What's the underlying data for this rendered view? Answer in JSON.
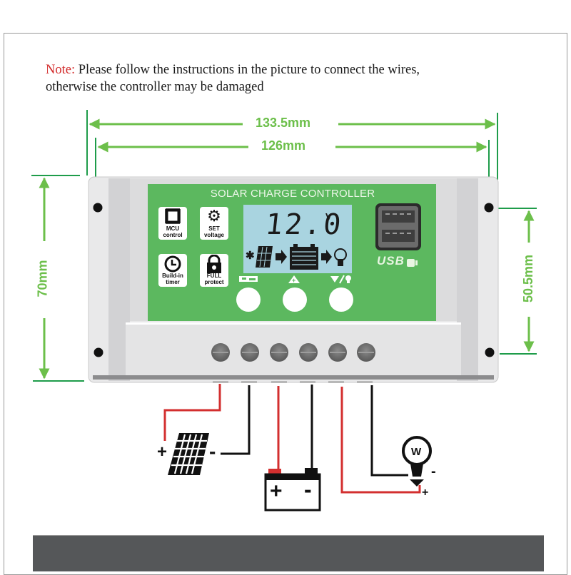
{
  "note": {
    "prefix": "Note:",
    "line1": " Please follow the instructions in the picture to connect the wires,",
    "line2": "otherwise the controller may be damaged"
  },
  "dimensions": {
    "overall_width": "133.5mm",
    "hole_width": "126mm",
    "overall_height": "70mm",
    "hole_height": "50.5mm"
  },
  "controller": {
    "title": "SOLAR CHARGE CONTROLLER",
    "features": [
      {
        "icon": "chip-icon",
        "label_line1": "MCU",
        "label_line2": "control"
      },
      {
        "icon": "gear-icon",
        "label_line1": "SET",
        "label_line2": "voltage"
      },
      {
        "icon": "clock-icon",
        "label_line1": "Build-in",
        "label_line2": "timer"
      },
      {
        "icon": "lock-icon",
        "label_line1": "FULL",
        "label_line2": "protect"
      }
    ],
    "lcd": {
      "value": "12.0",
      "unit": "V",
      "flow_icons": [
        "sun-icon",
        "solar-panel-icon",
        "arrow-right-icon",
        "battery-icon",
        "arrow-right-icon",
        "bulb-icon"
      ]
    },
    "buttons": [
      {
        "name": "menu",
        "icon": "menu-switch-icon"
      },
      {
        "name": "up",
        "icon": "up-plus-icon"
      },
      {
        "name": "down-load",
        "icon": "down-load-icon"
      }
    ],
    "usb_label": "USB",
    "terminal_count": 6
  },
  "wiring": {
    "solar": {
      "plus": "+",
      "minus": "-"
    },
    "battery": {
      "plus": "+",
      "minus": "-"
    },
    "load": {
      "plus": "+",
      "minus": "-"
    }
  },
  "colors": {
    "panel_green": "#5cb85f",
    "dimension_green": "#6cbf4a",
    "wire_red": "#d32f2f",
    "wire_black": "#111111",
    "lcd_blue": "#a9d4e0"
  }
}
